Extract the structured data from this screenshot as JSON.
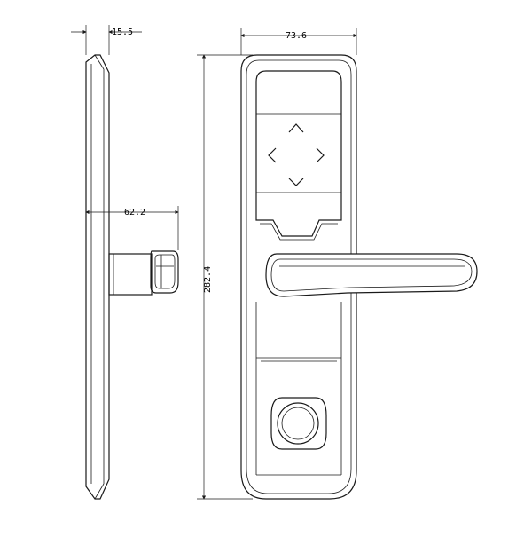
{
  "dimensions": {
    "side_thickness": "15.5",
    "plate_width": "73.6",
    "handle_projection": "62.2",
    "plate_height": "282.4"
  },
  "colors": {
    "line": "#1a1a1a",
    "background": "#ffffff"
  },
  "icons": {
    "arrow_up": "arrow-up-icon",
    "arrow_down": "arrow-down-icon",
    "arrow_left": "arrow-left-icon",
    "arrow_right": "arrow-right-icon"
  }
}
